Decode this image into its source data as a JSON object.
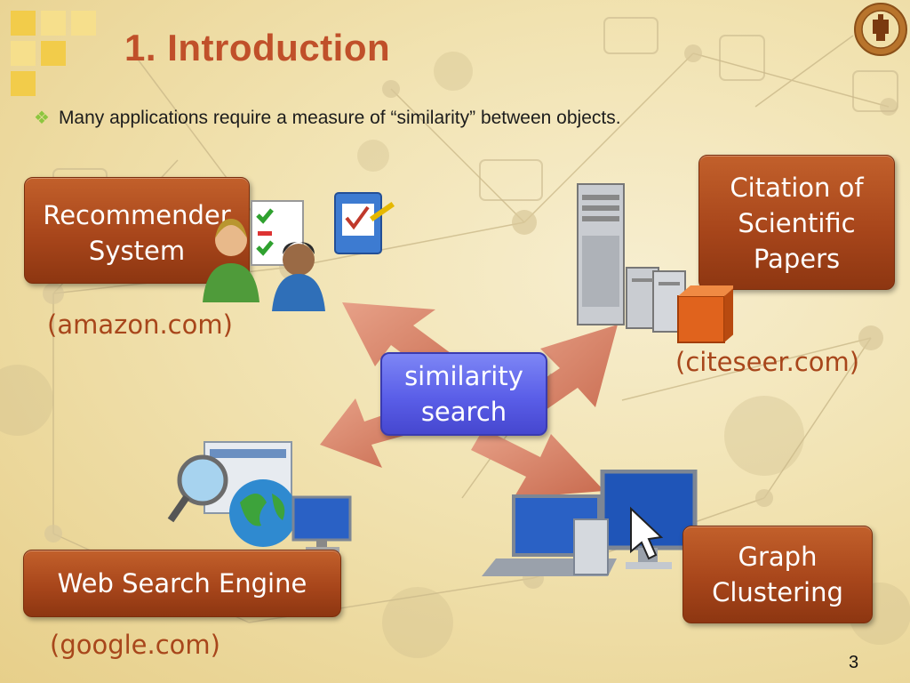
{
  "slide": {
    "title": "1.  Introduction",
    "bullet": "Many applications require a measure of “similarity” between objects.",
    "page_number": "3"
  },
  "center": {
    "label_line1": "similarity",
    "label_line2": "search"
  },
  "boxes": {
    "recommender": {
      "line1": "Recommender",
      "line2": "System",
      "site": "(amazon.com)"
    },
    "citation": {
      "line1": "Citation of",
      "line2": "Scientific",
      "line3": "Papers",
      "site": "(citeseer.com)"
    },
    "web": {
      "line1": "Web Search Engine",
      "site": "(google.com)"
    },
    "graph": {
      "line1": "Graph",
      "line2": "Clustering"
    }
  },
  "icons": [
    "users-icon",
    "checklist-icon",
    "server-icon",
    "globe-search-icon",
    "computers-icon",
    "logo-seal-icon"
  ],
  "colors": {
    "title": "#c0502a",
    "box": "#a8461b",
    "center": "#5a5ee8",
    "arrow": "#d9876a",
    "bullet": "#8dc63f"
  }
}
